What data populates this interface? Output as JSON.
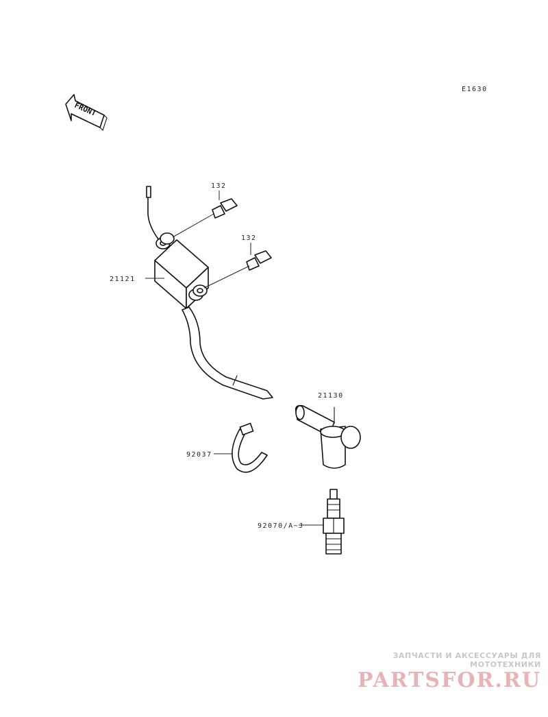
{
  "diagram_code": "E1630",
  "front_label": "FRONT",
  "parts": [
    {
      "id": "bolt_upper",
      "label": "132"
    },
    {
      "id": "bolt_lower",
      "label": "132"
    },
    {
      "id": "ignition_coil",
      "label": "21121"
    },
    {
      "id": "plug_cap",
      "label": "21130"
    },
    {
      "id": "band",
      "label": "92037"
    },
    {
      "id": "spark_plug",
      "label": "92070/A~J"
    }
  ],
  "watermark": {
    "tagline": "ЗАПЧАСТИ И АКСЕССУАРЫ ДЛЯ МОТОТЕХНИКИ",
    "brand": "PARTSFOR.RU"
  },
  "colors": {
    "line": "#111111",
    "watermark_brand": "#e9b3b3",
    "watermark_tagline": "#c7c7c7"
  }
}
